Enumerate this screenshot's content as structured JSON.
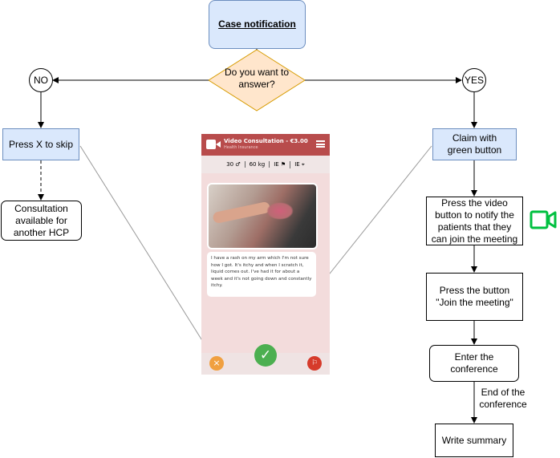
{
  "nodes": {
    "case_notification": "Case notification",
    "question": "Do you want to answer?",
    "no": "NO",
    "yes": "YES",
    "press_x": "Press X to skip",
    "consultation_available": "Consultation available for another HCP",
    "claim_green": "Claim with green button",
    "press_video": "Press the video button to notify the patients that they can join the meeting",
    "press_join": "Press the button \"Join the meeting\"",
    "enter_conference": "Enter the conference",
    "write_summary": "Write summary"
  },
  "edges": {
    "end_of_conference": "End of the conference"
  },
  "phone": {
    "title": "Video Consultation - €3.00",
    "subtitle": "Health Insurance",
    "stats": [
      "30 ♂",
      "60 kg",
      "IE ⚑",
      "IE ⌖"
    ],
    "message": "I have a rash on my arm which I'm not sure how I got. It's itchy and when I scratch it, liquid comes out. I've had it for about a week and it's not going down and constantly itchy.",
    "skip_icon": "×",
    "claim_icon": "✓",
    "report_icon": "⚐"
  },
  "colors": {
    "blue_fill": "#dae8fc",
    "blue_border": "#6c8ebf",
    "diamond_fill": "#ffe6cc",
    "diamond_border": "#d79b00",
    "video_icon": "#00c040",
    "phone_header": "#b84c4c"
  },
  "icons": {
    "video_icon": "video-camera-icon"
  }
}
